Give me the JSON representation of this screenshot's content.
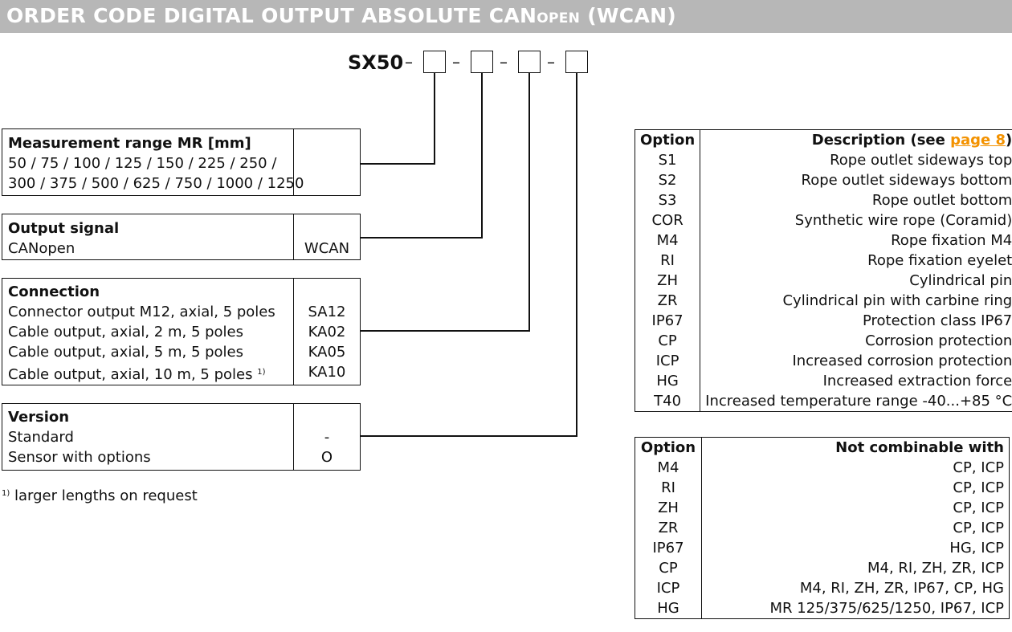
{
  "header": {
    "title_part1": "ORDER CODE DIGITAL OUTPUT ABSOLUTE CAN",
    "title_small": "OPEN",
    "title_part2": " (WCAN)"
  },
  "code": {
    "prefix": "SX50",
    "dash": "–"
  },
  "measurement": {
    "heading": "Measurement range MR [mm]",
    "line1": "50 / 75 / 100 / 125 / 150 / 225 / 250 /",
    "line2": "300 / 375 / 500 / 625 / 750 / 1000 / 1250"
  },
  "output_signal": {
    "heading": "Output signal",
    "label": "CANopen",
    "code": "WCAN"
  },
  "connection": {
    "heading": "Connection",
    "items": [
      {
        "label": "Connector output M12, axial, 5 poles",
        "code": "SA12"
      },
      {
        "label": "Cable output, axial, 2 m, 5 poles",
        "code": "KA02"
      },
      {
        "label": "Cable output, axial, 5 m, 5 poles",
        "code": "KA05"
      },
      {
        "label": "Cable output, axial, 10 m, 5 poles",
        "code": "KA10"
      }
    ],
    "footnote_mark": "1)"
  },
  "version": {
    "heading": "Version",
    "items": [
      {
        "label": "Standard",
        "code": "-"
      },
      {
        "label": "Sensor with options",
        "code": "O"
      }
    ]
  },
  "footnote": {
    "mark": "1)",
    "text": " larger lengths on request"
  },
  "options_table": {
    "col1": "Option",
    "col2_prefix": "Description (see ",
    "col2_link": "page 8",
    "col2_suffix": ")",
    "link_color": "#f39200",
    "rows": [
      {
        "opt": "S1",
        "desc": "Rope outlet sideways top"
      },
      {
        "opt": "S2",
        "desc": "Rope outlet sideways bottom"
      },
      {
        "opt": "S3",
        "desc": "Rope outlet bottom"
      },
      {
        "opt": "COR",
        "desc": "Synthetic wire rope (Coramid)"
      },
      {
        "opt": "M4",
        "desc": "Rope fixation M4"
      },
      {
        "opt": "RI",
        "desc": "Rope fixation eyelet"
      },
      {
        "opt": "ZH",
        "desc": "Cylindrical pin"
      },
      {
        "opt": "ZR",
        "desc": "Cylindrical pin with carbine ring"
      },
      {
        "opt": "IP67",
        "desc": "Protection class IP67"
      },
      {
        "opt": "CP",
        "desc": "Corrosion protection"
      },
      {
        "opt": "ICP",
        "desc": "Increased corrosion protection"
      },
      {
        "opt": "HG",
        "desc": "Increased extraction force"
      },
      {
        "opt": "T40",
        "desc": "Increased temperature range -40...+85 °C"
      }
    ]
  },
  "combo_table": {
    "col1": "Option",
    "col2": "Not combinable with",
    "rows": [
      {
        "opt": "M4",
        "desc": "CP, ICP"
      },
      {
        "opt": "RI",
        "desc": "CP, ICP"
      },
      {
        "opt": "ZH",
        "desc": "CP, ICP"
      },
      {
        "opt": "ZR",
        "desc": "CP, ICP"
      },
      {
        "opt": "IP67",
        "desc": "HG, ICP"
      },
      {
        "opt": "CP",
        "desc": "M4, RI, ZH, ZR, ICP"
      },
      {
        "opt": "ICP",
        "desc": "M4, RI, ZH, ZR, IP67, CP, HG"
      },
      {
        "opt": "HG",
        "desc": "MR 125/375/625/1250, IP67, ICP"
      }
    ]
  }
}
